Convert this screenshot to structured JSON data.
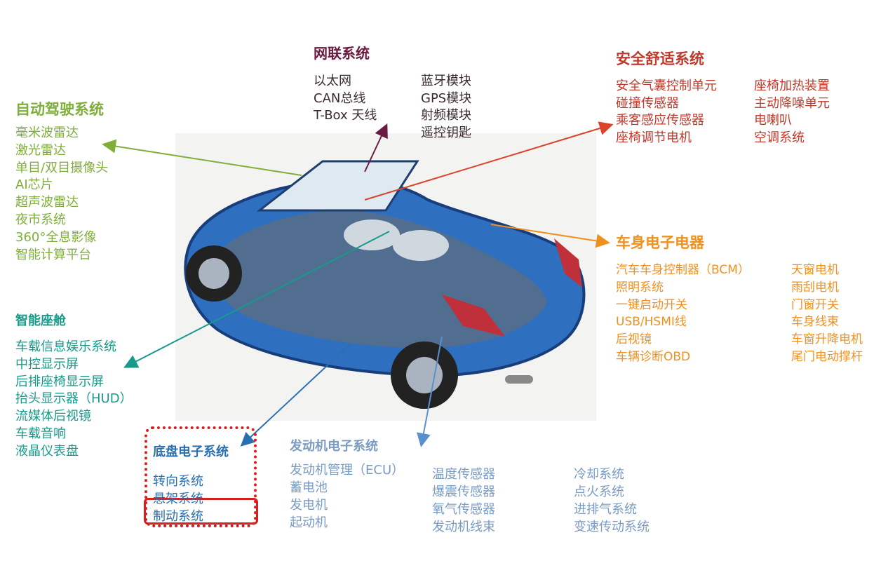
{
  "colors": {
    "autonomous": "#7fae3a",
    "cockpit": "#179a8a",
    "network": "#6b1b3f",
    "safety": "#c0392b",
    "body_electronics": "#f0901e",
    "chassis": "#2a6fb0",
    "engine": "#7a9bc2",
    "highlight": "#d62020"
  },
  "autonomous": {
    "title": "自动驾驶系统",
    "items": [
      "毫米波雷达",
      "激光雷达",
      "单目/双目摄像头",
      "AI芯片",
      "超声波雷达",
      "夜市系统",
      "360°全息影像",
      "智能计算平台"
    ]
  },
  "cockpit": {
    "title": "智能座舱",
    "items": [
      "车载信息娱乐系统",
      "中控显示屏",
      "后排座椅显示屏",
      "抬头显示器（HUD）",
      "流媒体后视镜",
      "车载音响",
      "液晶仪表盘"
    ]
  },
  "network": {
    "title": "网联系统",
    "col1": [
      "以太网",
      "CAN总线",
      "T-Box 天线"
    ],
    "col2": [
      "蓝牙模块",
      "GPS模块",
      "射频模块",
      "遥控钥匙"
    ]
  },
  "safety": {
    "title": "安全舒适系统",
    "col1": [
      "安全气囊控制单元",
      "碰撞传感器",
      "乘客感应传感器",
      "座椅调节电机"
    ],
    "col2": [
      "座椅加热装置",
      "主动降噪单元",
      "电喇叭",
      "空调系统"
    ]
  },
  "body_electronics": {
    "title": "车身电子电器",
    "col1": [
      "汽车车身控制器（BCM）",
      "照明系统",
      "一键启动开关",
      "USB/HSMI线",
      "后视镜",
      "车辆诊断OBD"
    ],
    "col2": [
      "天窗电机",
      "雨刮电机",
      "门窗开关",
      "车身线束",
      "车窗升降电机",
      "尾门电动撑杆"
    ]
  },
  "chassis": {
    "title": "底盘电子系统",
    "items": [
      "转向系统",
      "悬架系统",
      "制动系统"
    ]
  },
  "engine": {
    "title": "发动机电子系统",
    "col1": [
      "发动机管理（ECU）",
      "蓄电池",
      "发电机",
      "起动机"
    ],
    "col2": [
      "温度传感器",
      "爆震传感器",
      "氧气传感器",
      "发动机线束"
    ],
    "col3": [
      "冷却系统",
      "点火系统",
      "进排气系统",
      "变速传动系统"
    ]
  }
}
